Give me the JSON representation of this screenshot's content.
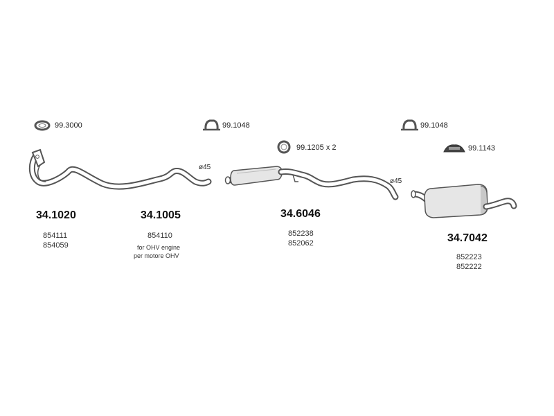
{
  "accessories": {
    "gasket": "99.3000",
    "clamp_1": "99.1048",
    "ring": "99.1205 x 2",
    "clamp_2": "99.1048",
    "mount": "99.1143"
  },
  "parts": [
    {
      "part_number": "34.1020",
      "refs": [
        "854111",
        "854059"
      ]
    },
    {
      "part_number": "34.1005",
      "refs": [
        "854110"
      ],
      "notes": [
        "for OHV engine",
        "per motore OHV"
      ]
    },
    {
      "part_number": "34.6046",
      "refs": [
        "852238",
        "852062"
      ]
    },
    {
      "part_number": "34.7042",
      "refs": [
        "852223",
        "852222"
      ]
    }
  ],
  "diameters": {
    "front_pipe": "ø45",
    "middle_pipe": "ø45"
  },
  "colors": {
    "stroke": "#555555",
    "fill_light": "#e6e6e6",
    "fill_mid": "#c8c8c8",
    "background": "#ffffff"
  }
}
